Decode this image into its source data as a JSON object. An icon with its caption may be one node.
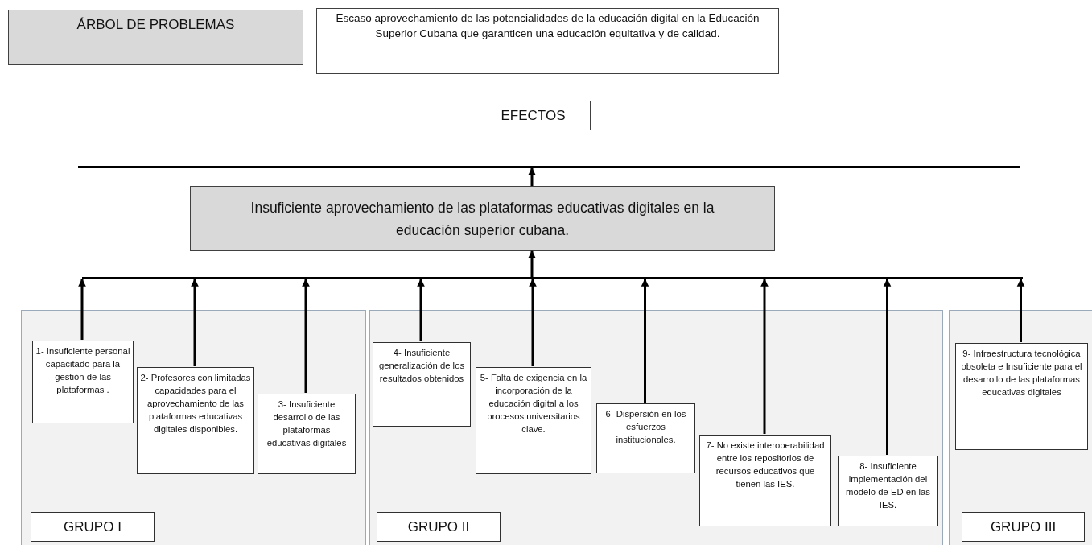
{
  "diagram": {
    "title": "ÁRBOL DE PROBLEMAS",
    "nodes": [
      {
        "text": [
          "Escaso aprovechamiento de las potencialidades de la educación digital en la Educación Superior Cubana que garanticen una educación equitativa y de calidad."
        ]
      },
      {
        "text": [
          "EFECTOS"
        ]
      },
      {
        "text": [],
        "shape": "bar"
      },
      {
        "text": [
          "Insuficiente aprovechamiento de las plataformas educativas digitales en la educación superior cubana."
        ]
      },
      {
        "text": [],
        "shape": "bar"
      },
      {
        "text": [],
        "shape": "box"
      },
      {
        "text": [
          "1- Insuficiente personal capacitado para la gestión de las plataformas ."
        ],
        "in": 5
      },
      {
        "text": [
          "2- Profesores con limitadas capacidades para el aprovechamiento de las plataformas educativas digitales disponibles."
        ],
        "in": 5
      },
      {
        "text": [
          "3- Insuficiente desarrollo de las plataformas educativas digitales"
        ],
        "in": 5
      },
      {
        "text": [
          "GRUPO I"
        ],
        "in": 5
      },
      {
        "text": [],
        "shape": "box"
      },
      {
        "text": [
          "4- Insuficiente generalización de los resultados obtenidos"
        ],
        "in": 10
      },
      {
        "text": [
          "5- Falta de exigencia en la incorporación de la educación digital a los procesos universitarios clave."
        ],
        "in": 10
      },
      {
        "text": [
          "6- Dispersión en los esfuerzos institucionales."
        ],
        "in": 10
      },
      {
        "text": [
          "7- No existe interoperabilidad entre los repositorios de recursos educativos que tienen las IES."
        ],
        "in": 10
      },
      {
        "text": [
          "8- Insuficiente implementación del modelo de ED en las IES."
        ],
        "in": 10
      },
      {
        "text": [
          "GRUPO II"
        ],
        "in": 10
      },
      {
        "text": [],
        "shape": "box"
      },
      {
        "text": [
          "9- Infraestructura tecnológica obsoleta e Insuficiente para el desarrollo de las plataformas educativas digitales"
        ],
        "in": 17
      },
      {
        "text": [
          "GRUPO III"
        ],
        "in": 17
      }
    ],
    "edges": [
      {
        "from": 3,
        "to": 2,
        "arrow": "to"
      },
      {
        "from": 4,
        "to": 3,
        "arrow": "to"
      },
      {
        "from": 6,
        "to": 4,
        "arrow": "to"
      },
      {
        "from": 7,
        "to": 4,
        "arrow": "to"
      },
      {
        "from": 8,
        "to": 4,
        "arrow": "to"
      },
      {
        "from": 11,
        "to": 4,
        "arrow": "to"
      },
      {
        "from": 12,
        "to": 4,
        "arrow": "to"
      },
      {
        "from": 13,
        "to": 4,
        "arrow": "to"
      },
      {
        "from": 14,
        "to": 4,
        "arrow": "to"
      },
      {
        "from": 15,
        "to": 4,
        "arrow": "to"
      },
      {
        "from": 18,
        "to": 4,
        "arrow": "to"
      }
    ]
  }
}
